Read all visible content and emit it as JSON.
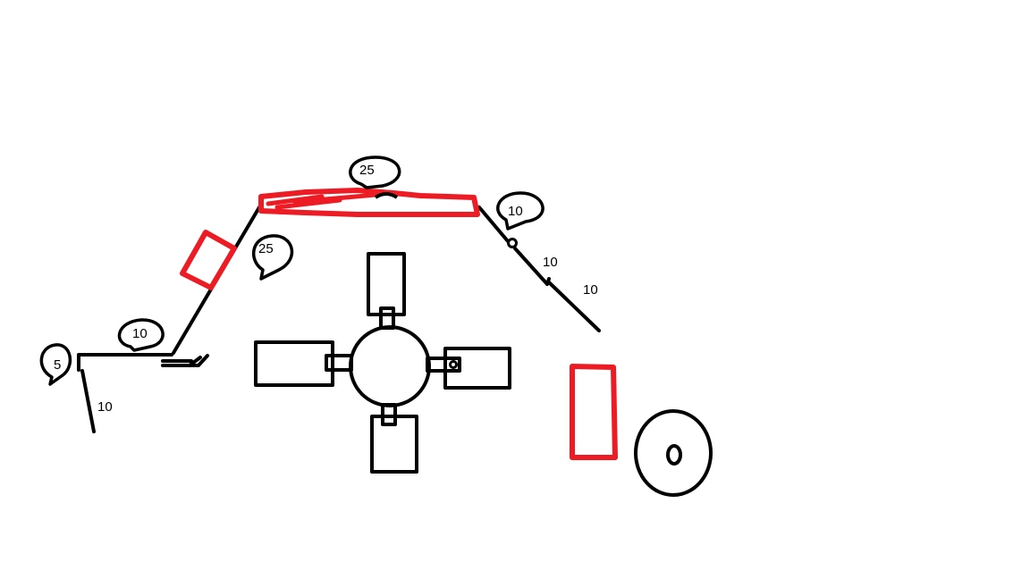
{
  "colors": {
    "ink": "#000000",
    "highlight": "#ed1c24",
    "background": "#ffffff"
  },
  "labels": {
    "bubble_left_5": "5",
    "bubble_left_10": "10",
    "left_leg_10": "10",
    "bubble_mid_25": "25",
    "bubble_top_25": "25",
    "bubble_right_10": "10",
    "right_seg1_10": "10",
    "right_seg2_10": "10"
  }
}
